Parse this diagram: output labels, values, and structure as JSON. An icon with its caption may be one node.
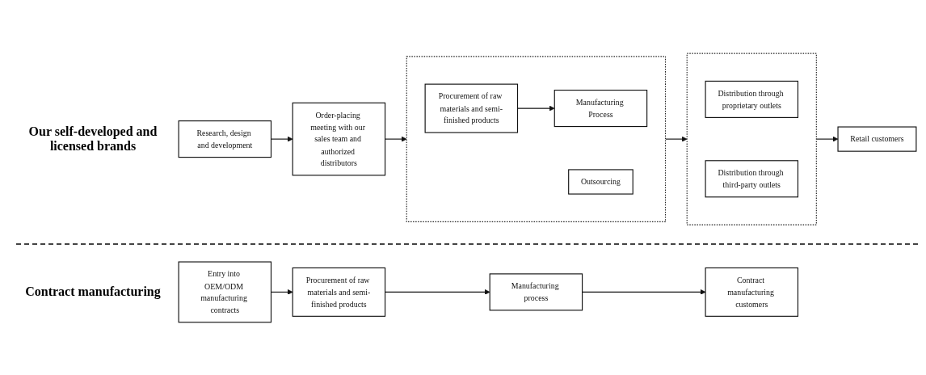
{
  "diagram": {
    "nodes": [
      {
        "text": [
          "Research, design and development"
        ]
      },
      {
        "text": [
          "Order-placing meeting with our sales team and authorized distributors"
        ]
      },
      {
        "text": [],
        "shape": "box"
      },
      {
        "text": [
          "Procurement of raw materials and semi-finished products"
        ],
        "in": 2
      },
      {
        "text": [
          "Manufacturing Process"
        ],
        "in": 2
      },
      {
        "text": [
          "Outsourcing"
        ],
        "in": 2
      },
      {
        "text": [],
        "shape": "box"
      },
      {
        "text": [
          "Distribution through proprietary outlets"
        ],
        "in": 6
      },
      {
        "text": [
          "Distribution through third-party outlets"
        ],
        "in": 6
      },
      {
        "text": [
          "Retail customers"
        ]
      },
      {
        "text": [
          "Entry into OEM/ODM manufacturing contracts"
        ]
      },
      {
        "text": [
          "Procurement of raw materials and semi-finished products"
        ]
      },
      {
        "text": [
          "Manufacturing process"
        ]
      },
      {
        "text": [
          "Contract manufacturing customers"
        ]
      }
    ],
    "edges": [
      {
        "from": 0,
        "to": 1,
        "arrow": "to"
      },
      {
        "from": 1,
        "to": 2,
        "arrow": "to"
      },
      {
        "from": 3,
        "to": 4,
        "arrow": "to"
      },
      {
        "from": 2,
        "to": 6,
        "arrow": "to"
      },
      {
        "from": 6,
        "to": 9,
        "arrow": "to"
      },
      {
        "from": 10,
        "to": 11,
        "arrow": "to"
      },
      {
        "from": 11,
        "to": 12,
        "arrow": "to"
      },
      {
        "from": 12,
        "to": 13,
        "arrow": "to"
      }
    ],
    "labels": [
      "Our self-developed and licensed brands",
      "Contract manufacturing"
    ]
  }
}
